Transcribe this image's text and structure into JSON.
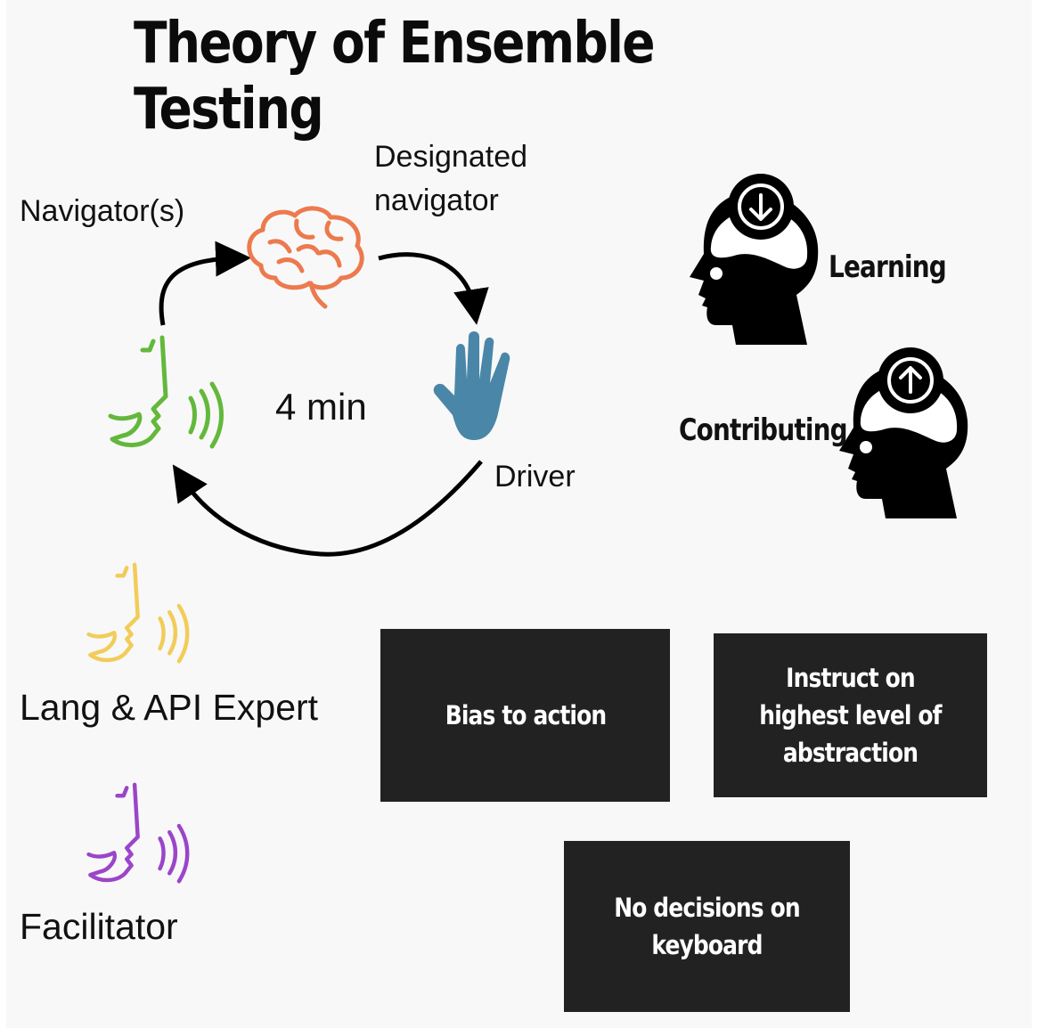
{
  "title": "Theory of Ensemble Testing",
  "roles": {
    "navigators": "Navigator(s)",
    "designated_line1": "Designated",
    "designated_line2": "navigator",
    "driver": "Driver",
    "rotation": "4 min",
    "lang_expert": "Lang & API Expert",
    "facilitator": "Facilitator"
  },
  "modes": {
    "learning": "Learning",
    "contributing": "Contributing"
  },
  "principles": {
    "bias": "Bias to action",
    "instruct": "Instruct on highest level of abstraction",
    "no_decisions": "No decisions on keyboard"
  },
  "colors": {
    "brain": "#ec7a4e",
    "hand": "#4a86a8",
    "navigator": "#63b83c",
    "expert": "#f2cc59",
    "facilitator": "#9b45c9",
    "card": "#222222"
  },
  "icons": [
    "brain-icon",
    "hand-icon",
    "speaking-head-icon",
    "head-download-icon",
    "head-upload-icon",
    "cycle-arrow-icon"
  ]
}
